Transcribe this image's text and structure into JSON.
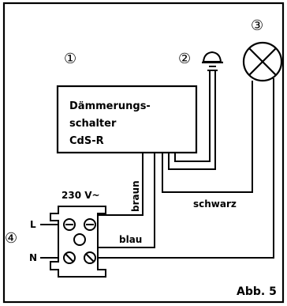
{
  "markers": {
    "one": "①",
    "two": "②",
    "three": "③",
    "four": "④"
  },
  "switch_box": {
    "line1": "Dämmerungs-",
    "line2": "schalter",
    "line3": "CdS-R"
  },
  "wires": {
    "brown": "braun",
    "blue": "blau",
    "black": "schwarz"
  },
  "terminal": {
    "voltage": "230 V~",
    "L": "L",
    "N": "N"
  },
  "figure_label": "Abb. 5"
}
